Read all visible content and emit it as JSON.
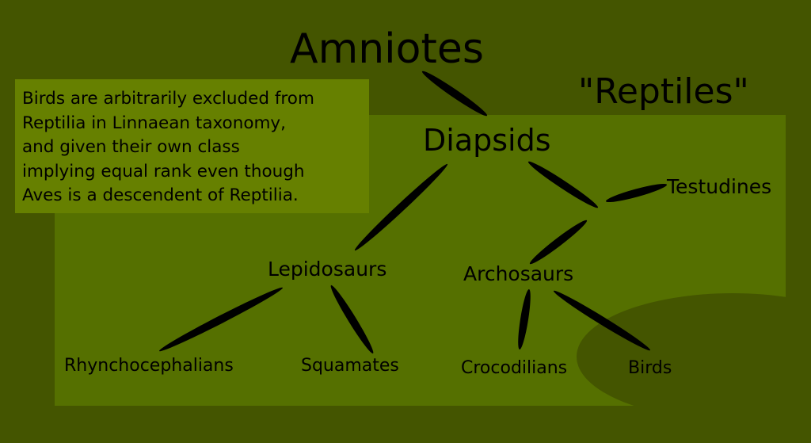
{
  "colors": {
    "background": "#445500",
    "reptiles_region": "#557000",
    "note_box": "#668000",
    "branch": "#000000"
  },
  "labels": {
    "amniotes": "Amniotes",
    "reptiles": "\"Reptiles\"",
    "diapsids": "Diapsids",
    "testudines": "Testudines",
    "lepidosaurs": "Lepidosaurs",
    "archosaurs": "Archosaurs",
    "rhynchocephalians": "Rhynchocephalians",
    "squamates": "Squamates",
    "crocodilians": "Crocodilians",
    "birds": "Birds"
  },
  "note": {
    "lines": [
      "Birds are arbitrarily excluded from",
      "Reptilia in Linnaean taxonomy,",
      "and given their own class",
      "implying equal rank even though",
      "Aves is a descendent of Reptilia."
    ]
  },
  "edges": [
    {
      "from": "Amniotes",
      "to": "Diapsids"
    },
    {
      "from": "Diapsids",
      "to": "Lepidosaurs"
    },
    {
      "from": "Diapsids",
      "to": "Testudines/Archosaurs node"
    },
    {
      "from": "Testudines/Archosaurs node",
      "to": "Testudines"
    },
    {
      "from": "Testudines/Archosaurs node",
      "to": "Archosaurs"
    },
    {
      "from": "Lepidosaurs",
      "to": "Rhynchocephalians"
    },
    {
      "from": "Lepidosaurs",
      "to": "Squamates"
    },
    {
      "from": "Archosaurs",
      "to": "Crocodilians"
    },
    {
      "from": "Archosaurs",
      "to": "Birds"
    }
  ]
}
